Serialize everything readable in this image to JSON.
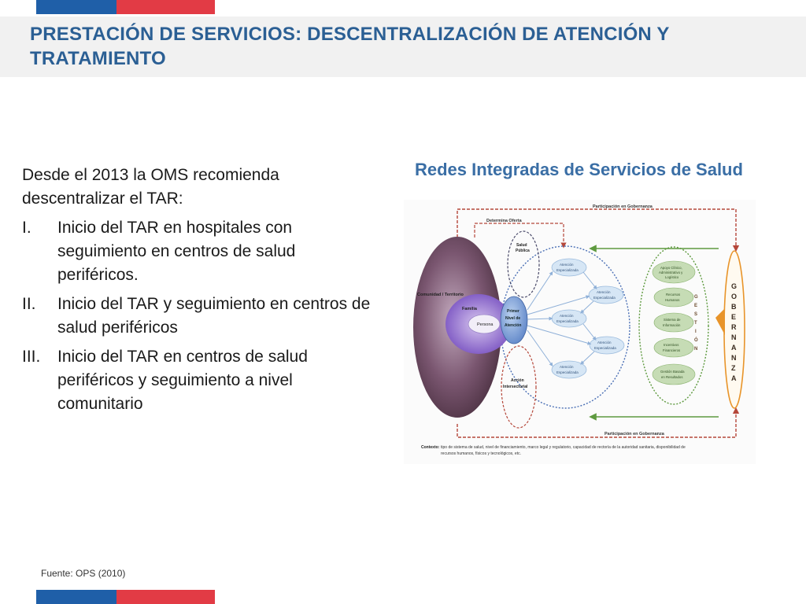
{
  "header": {
    "title": "PRESTACIÓN DE SERVICIOS: DESCENTRALIZACIÓN DE ATENCIÓN Y TRATAMIENTO"
  },
  "content": {
    "intro": "Desde el 2013 la OMS recomienda descentralizar el TAR:",
    "points": [
      {
        "num": "I.",
        "text": "Inicio del TAR en hospitales con seguimiento en centros de salud periféricos."
      },
      {
        "num": "II.",
        "text": "Inicio del TAR y seguimiento en centros de salud periféricos"
      },
      {
        "num": "III.",
        "text": "Inicio del TAR en centros de salud periféricos y seguimiento a nivel comunitario"
      }
    ]
  },
  "diagram": {
    "heading": "Redes Integradas de Servicios de Salud",
    "top_label": "Participación en Gobernanza",
    "bottom_label": "Participación en Gobernanza",
    "determina_oferta": "Determina Oferta",
    "comunidad": "Comunidad / Territorio",
    "familia": "Familia",
    "persona": "Persona",
    "salud_publica": [
      "Salud",
      "Pública"
    ],
    "primer_nivel": [
      "Primer",
      "Nivel de",
      "Atención"
    ],
    "accion_intersectorial": [
      "Acción",
      "Intersectorial"
    ],
    "atencion_especializada": [
      "Atención",
      "Especializada"
    ],
    "support_items": [
      [
        "Apoyo Clínico,",
        "Administrativo y",
        "Logístico"
      ],
      [
        "Recursos",
        "Humanos"
      ],
      [
        "Sistema de",
        "Información"
      ],
      [
        "Incentivos",
        "Financieros"
      ],
      [
        "Gestión Basada",
        "en Resultados"
      ]
    ],
    "gestion_letters": [
      "G",
      "E",
      "S",
      "T",
      "I",
      "Ó",
      "N"
    ],
    "gobernanza_letters": [
      "G",
      "O",
      "B",
      "E",
      "R",
      "N",
      "A",
      "N",
      "Z",
      "A"
    ],
    "contexto_label": "Contexto:",
    "contexto_text": [
      "tipo de sistema de salud, nivel de financiamiento, marco legal y regulatorio, capacidad de rectoría de la autoridad sanitaria, disponibilidad de",
      "recursos humanos, físicos y tecnológicos, etc."
    ]
  },
  "footer": {
    "source": "Fuente: OPS (2010)"
  },
  "colors": {
    "flag_blue": "#1f5fa8",
    "flag_red": "#e23b45",
    "title": "#2b5f94",
    "heading": "#3a6ea5",
    "arrow_red": "#b5473a",
    "green": "#5e9a3f",
    "blue_dotted": "#4a6fb5",
    "purple_outer": "#6b4b5e",
    "orange": "#e8942a"
  }
}
